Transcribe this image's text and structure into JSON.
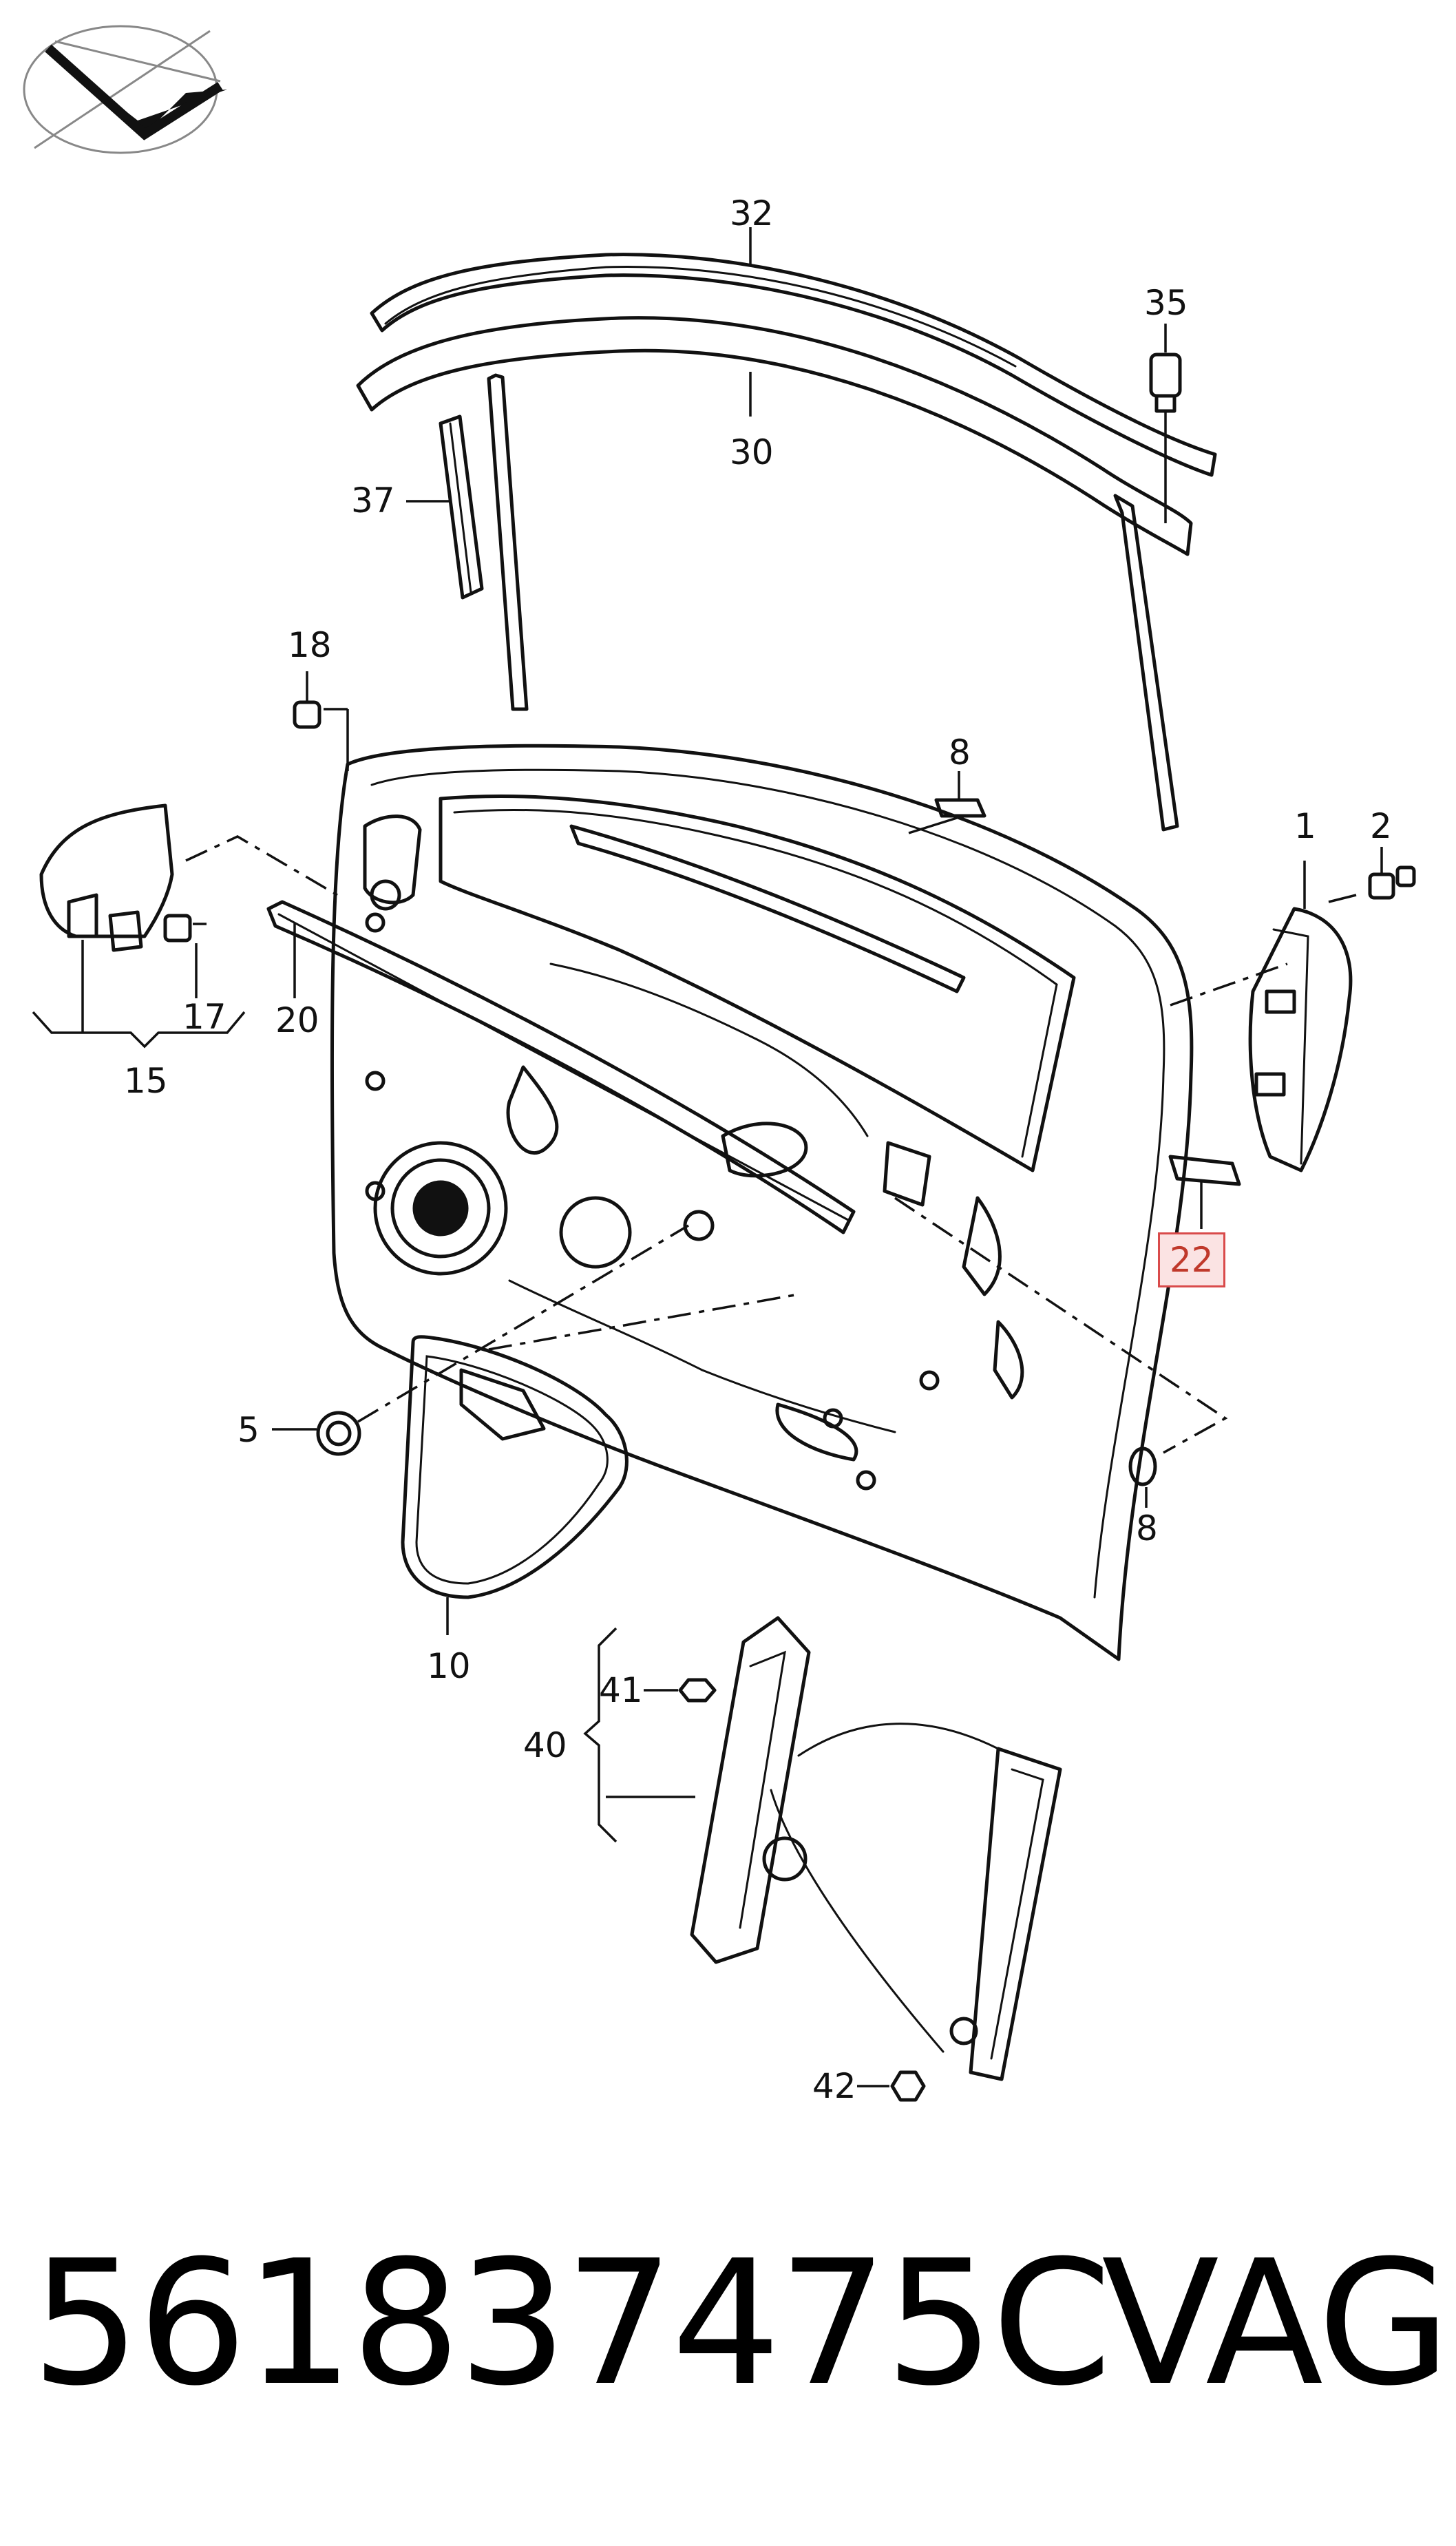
{
  "callouts": [
    {
      "id": "c32",
      "label": "32"
    },
    {
      "id": "c35",
      "label": "35"
    },
    {
      "id": "c30",
      "label": "30"
    },
    {
      "id": "c37",
      "label": "37"
    },
    {
      "id": "c18",
      "label": "18"
    },
    {
      "id": "c8a",
      "label": "8"
    },
    {
      "id": "c1",
      "label": "1"
    },
    {
      "id": "c2",
      "label": "2"
    },
    {
      "id": "c17",
      "label": "17"
    },
    {
      "id": "c20",
      "label": "20"
    },
    {
      "id": "c15",
      "label": "15"
    },
    {
      "id": "c22",
      "label": "22",
      "highlighted": true
    },
    {
      "id": "c5",
      "label": "5"
    },
    {
      "id": "c8b",
      "label": "8"
    },
    {
      "id": "c10",
      "label": "10"
    },
    {
      "id": "c41",
      "label": "41"
    },
    {
      "id": "c40",
      "label": "40"
    },
    {
      "id": "c42",
      "label": "42"
    }
  ],
  "footer": {
    "part_number": "561837475C",
    "brand": "VAG"
  },
  "logo": {
    "icon": "direction-arrow-logo-icon"
  },
  "colors": {
    "line": "#111111",
    "highlight_border": "#d94b4b",
    "highlight_fill": "#fbe3e3",
    "highlight_text": "#c0392b"
  }
}
